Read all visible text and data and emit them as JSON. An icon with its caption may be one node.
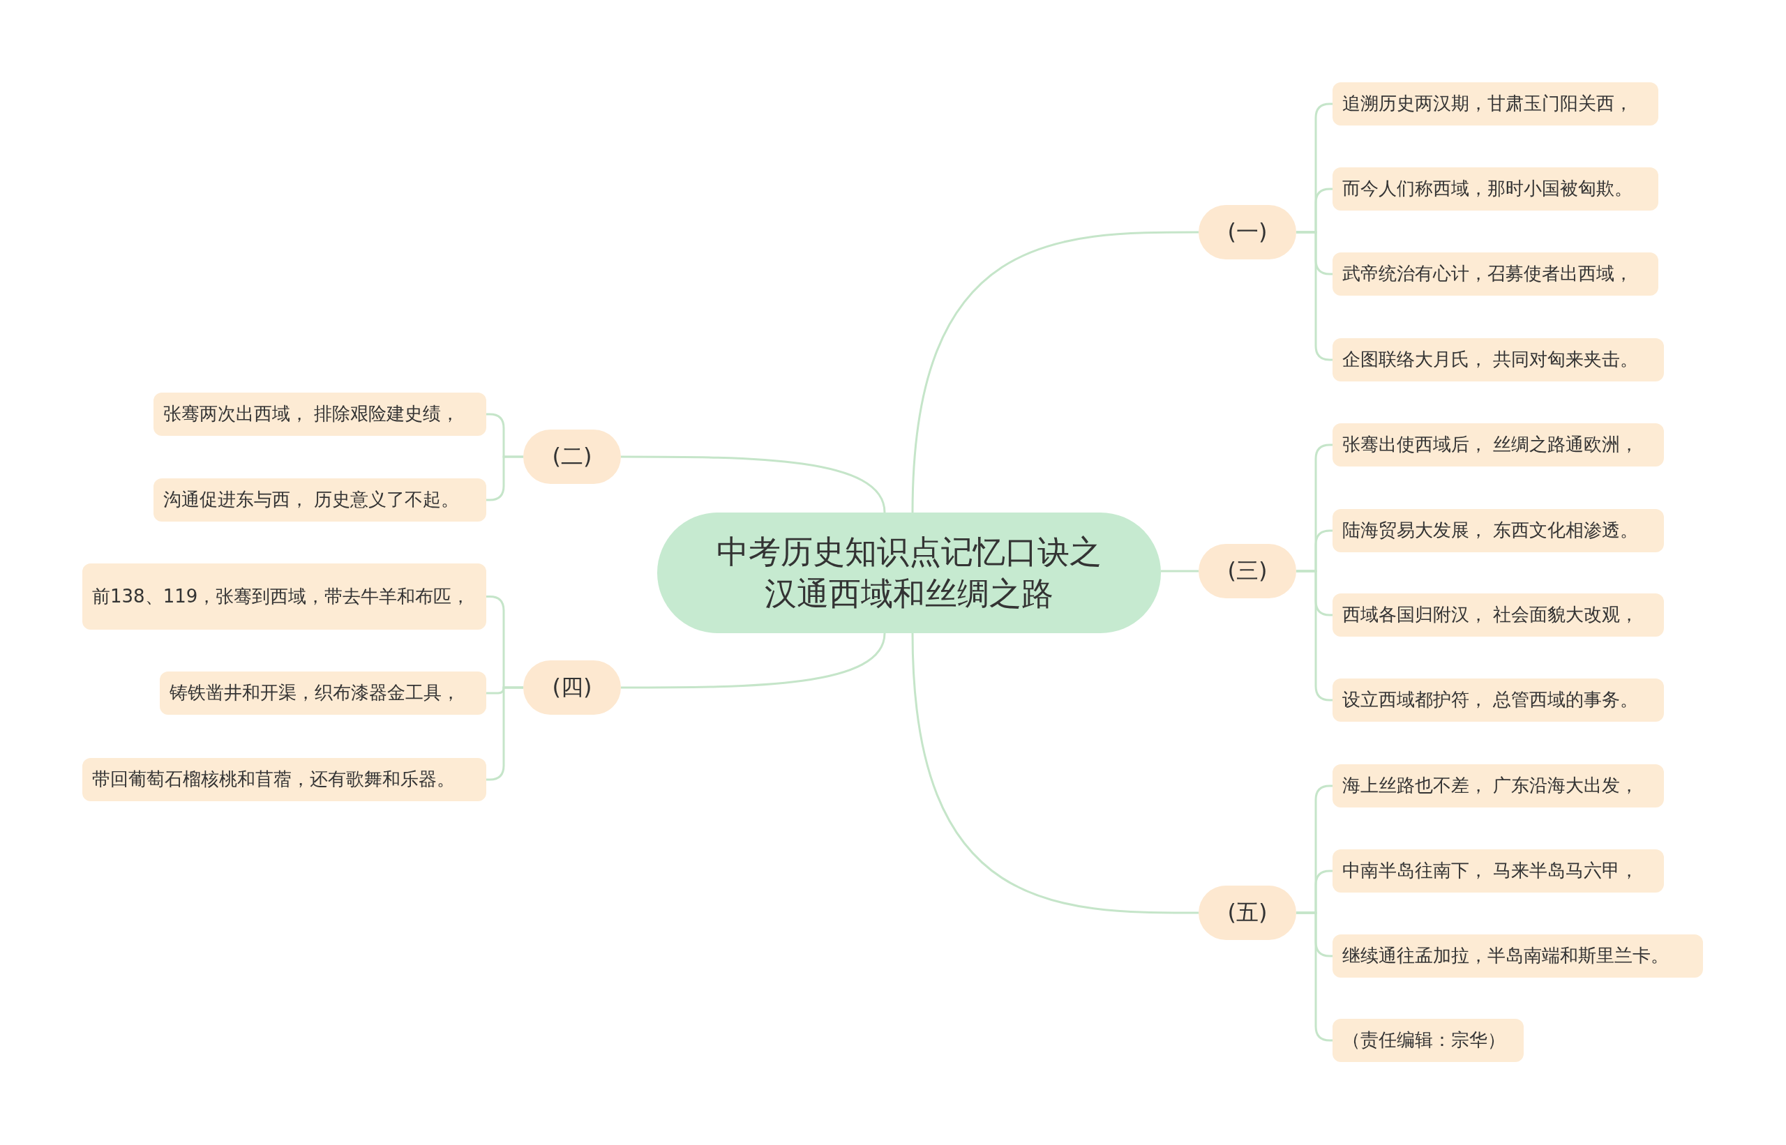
{
  "diagram": {
    "nodes": [
      {
        "text": [
          "中考历史知识点记忆口诀之汉通西域和丝绸之路"
        ]
      },
      {
        "text": [
          "(一)"
        ]
      },
      {
        "text": [
          "追溯历史两汉期，甘肃玉门阳关西，"
        ]
      },
      {
        "text": [
          "而今人们称西域，那时小国被匈欺。"
        ]
      },
      {
        "text": [
          "武帝统治有心计，召募使者出西域，"
        ]
      },
      {
        "text": [
          "企图联络大月氏， 共同对匈来夹击。"
        ]
      },
      {
        "text": [
          "(二)"
        ]
      },
      {
        "text": [
          "张骞两次出西域， 排除艰险建史绩，"
        ]
      },
      {
        "text": [
          "沟通促进东与西， 历史意义了不起。"
        ]
      },
      {
        "text": [
          "(三)"
        ]
      },
      {
        "text": [
          "张骞出使西域后， 丝绸之路通欧洲，"
        ]
      },
      {
        "text": [
          "陆海贸易大发展， 东西文化相渗透。"
        ]
      },
      {
        "text": [
          "西域各国归附汉， 社会面貌大改观，"
        ]
      },
      {
        "text": [
          "设立西域都护符， 总管西域的事务。"
        ]
      },
      {
        "text": [
          "(四)"
        ]
      },
      {
        "text": [
          "前138、119，张骞到西域，带去牛羊和布匹，"
        ]
      },
      {
        "text": [
          "铸铁凿井和开渠，织布漆器金工具，"
        ]
      },
      {
        "text": [
          "带回葡萄石榴核桃和苜蓿，还有歌舞和乐器。"
        ]
      },
      {
        "text": [
          "(五)"
        ]
      },
      {
        "text": [
          "海上丝路也不差， 广东沿海大出发，"
        ]
      },
      {
        "text": [
          "中南半岛往南下， 马来半岛马六甲，"
        ]
      },
      {
        "text": [
          "继续通往孟加拉，半岛南端和斯里兰卡。"
        ]
      },
      {
        "text": [
          "（责任编辑：宗华）"
        ]
      }
    ],
    "edges": [
      {
        "from": 0,
        "to": 1,
        "arrow": "none"
      },
      {
        "from": 1,
        "to": 2,
        "arrow": "none"
      },
      {
        "from": 1,
        "to": 3,
        "arrow": "none"
      },
      {
        "from": 1,
        "to": 4,
        "arrow": "none"
      },
      {
        "from": 1,
        "to": 5,
        "arrow": "none"
      },
      {
        "from": 0,
        "to": 6,
        "arrow": "none"
      },
      {
        "from": 6,
        "to": 7,
        "arrow": "none"
      },
      {
        "from": 6,
        "to": 8,
        "arrow": "none"
      },
      {
        "from": 0,
        "to": 9,
        "arrow": "none"
      },
      {
        "from": 9,
        "to": 10,
        "arrow": "none"
      },
      {
        "from": 9,
        "to": 11,
        "arrow": "none"
      },
      {
        "from": 9,
        "to": 12,
        "arrow": "none"
      },
      {
        "from": 9,
        "to": 13,
        "arrow": "none"
      },
      {
        "from": 0,
        "to": 14,
        "arrow": "none"
      },
      {
        "from": 14,
        "to": 15,
        "arrow": "none"
      },
      {
        "from": 14,
        "to": 16,
        "arrow": "none"
      },
      {
        "from": 14,
        "to": 17,
        "arrow": "none"
      },
      {
        "from": 0,
        "to": 18,
        "arrow": "none"
      },
      {
        "from": 18,
        "to": 19,
        "arrow": "none"
      },
      {
        "from": 18,
        "to": 20,
        "arrow": "none"
      },
      {
        "from": 18,
        "to": 21,
        "arrow": "none"
      },
      {
        "from": 18,
        "to": 22,
        "arrow": "none"
      }
    ]
  }
}
